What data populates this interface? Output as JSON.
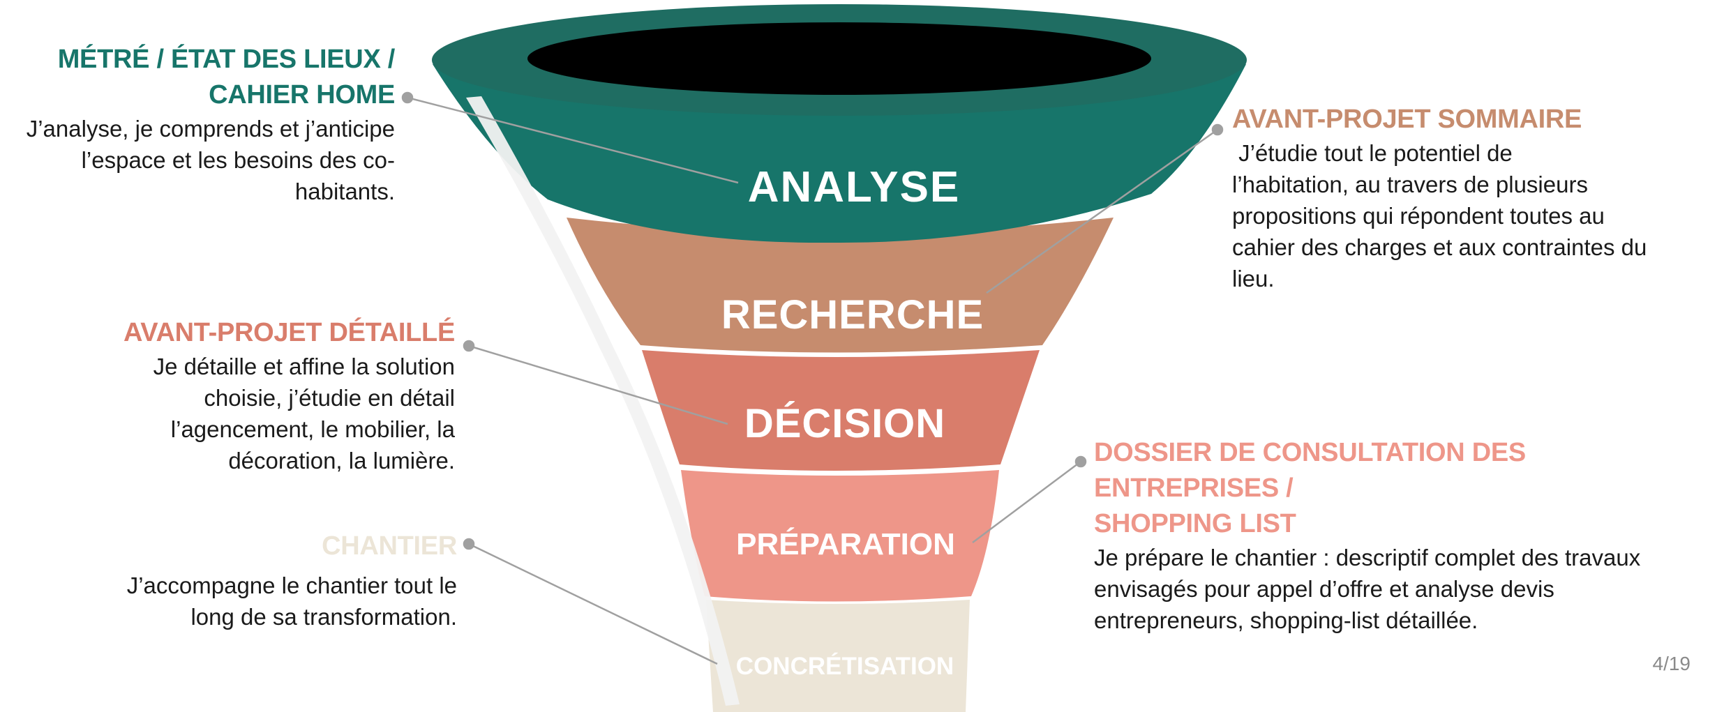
{
  "colors": {
    "teal": "#17756a",
    "teal_dark": "#1f6d62",
    "teal_rim": "#185f56",
    "rose_brown": "#c68c6e",
    "terracotta": "#d97d6b",
    "salmon": "#ee9689",
    "cream": "#ece5d7",
    "connector": "#a0a0a0",
    "title_teal": "#17756a",
    "title_brown": "#c68c6e",
    "title_terracotta": "#d97d6b",
    "title_salmon": "#ee9689",
    "title_cream": "#ece5d7"
  },
  "funnel": {
    "stages": [
      {
        "name": "analyse",
        "label": "ANALYSE"
      },
      {
        "name": "recherche",
        "label": "RECHERCHE"
      },
      {
        "name": "decision",
        "label": "DÉCISION"
      },
      {
        "name": "preparation",
        "label": "PRÉPARATION"
      },
      {
        "name": "concretisation",
        "label": "CONCRÉTISATION"
      }
    ]
  },
  "annotations": {
    "metre": {
      "title_line1": "MÉTRÉ / ÉTAT DES LIEUX /",
      "title_line2": "CAHIER HOME",
      "desc_line1": "J’analyse, je comprends et j’anticipe",
      "desc_line2": "l’espace et les besoins des co-",
      "desc_line3": "habitants."
    },
    "aps": {
      "title": "AVANT-PROJET SOMMAIRE",
      "desc_line1": " J’étudie tout le potentiel de",
      "desc_line2": "l’habitation, au travers de plusieurs",
      "desc_line3": "propositions qui répondent toutes au",
      "desc_line4": "cahier des charges et aux contraintes du",
      "desc_line5": "lieu."
    },
    "apd": {
      "title": "AVANT-PROJET DÉTAILLÉ",
      "desc_line1": "Je détaille et affine la solution",
      "desc_line2": "choisie, j’étudie en détail",
      "desc_line3": "l’agencement, le mobilier, la",
      "desc_line4": "décoration, la lumière."
    },
    "dce": {
      "title_line1": "DOSSIER DE CONSULTATION DES ENTREPRISES /",
      "title_line2": "SHOPPING LIST",
      "desc_line1": "Je prépare le chantier : descriptif complet des travaux",
      "desc_line2": "envisagés pour appel d’offre et analyse devis",
      "desc_line3": "entrepreneurs, shopping-list détaillée."
    },
    "chantier": {
      "title": "CHANTIER",
      "desc_line1": "J’accompagne le chantier tout le",
      "desc_line2": "long de sa transformation."
    }
  },
  "page_number": "4/19"
}
